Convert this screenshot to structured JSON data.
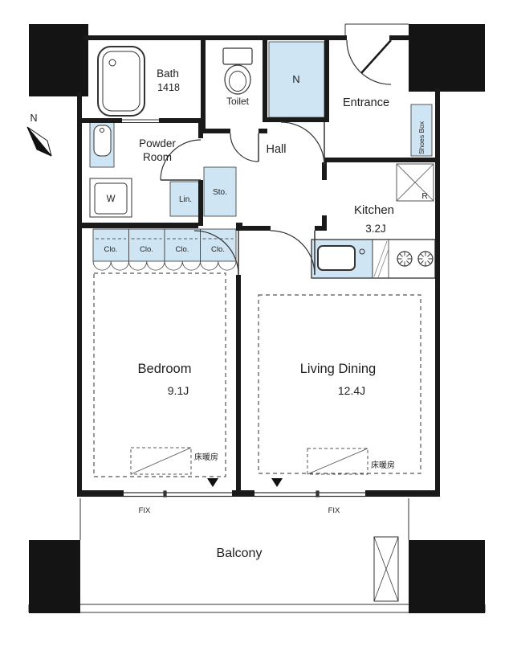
{
  "plan": {
    "compass_label": "N",
    "rooms": {
      "bath": {
        "name": "Bath",
        "size": "1418"
      },
      "toilet": {
        "name": "Toilet"
      },
      "n_closet": {
        "name": "N"
      },
      "entrance": {
        "name": "Entrance"
      },
      "shoes_box": {
        "name": "Shoes Box"
      },
      "powder_room": {
        "line1": "Powder",
        "line2": "Room"
      },
      "hall": {
        "name": "Hall"
      },
      "washer": {
        "name": "W"
      },
      "linen": {
        "name": "Lin."
      },
      "storage": {
        "name": "Sto."
      },
      "refrigerator": {
        "name": "R"
      },
      "kitchen": {
        "name": "Kitchen",
        "size": "3.2J"
      },
      "closet": {
        "name": "Clo."
      },
      "bedroom": {
        "name": "Bedroom",
        "size": "9.1J"
      },
      "living_dining": {
        "name": "Living Dining",
        "size": "12.4J"
      },
      "balcony": {
        "name": "Balcony"
      }
    },
    "annotations": {
      "floor_heating": "床暖房",
      "fix_window": "FIX"
    },
    "colors": {
      "fixture_fill": "#cfe5f3",
      "wall": "#1a1a1a"
    }
  }
}
